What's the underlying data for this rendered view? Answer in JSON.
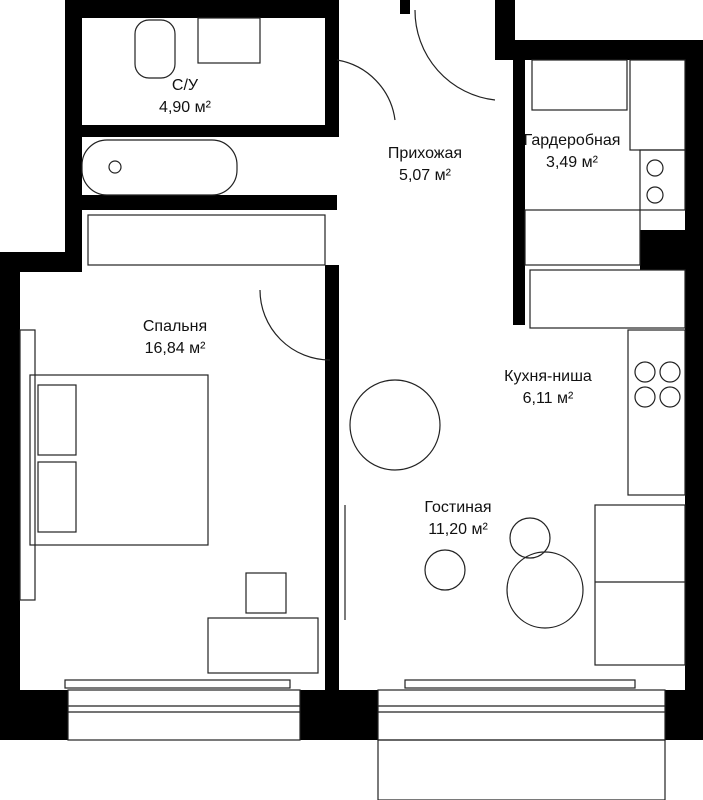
{
  "rooms": [
    {
      "name": "С/У",
      "area": "4,90 м²"
    },
    {
      "name": "Прихожая",
      "area": "5,07 м²"
    },
    {
      "name": "Гардеробная",
      "area": "3,49 м²"
    },
    {
      "name": "Спальня",
      "area": "16,84 м²"
    },
    {
      "name": "Кухня-ниша",
      "area": "6,11 м²"
    },
    {
      "name": "Гостиная",
      "area": "11,20 м²"
    }
  ],
  "colors": {
    "wall": "#000000",
    "line": "#222222",
    "background": "#ffffff"
  }
}
